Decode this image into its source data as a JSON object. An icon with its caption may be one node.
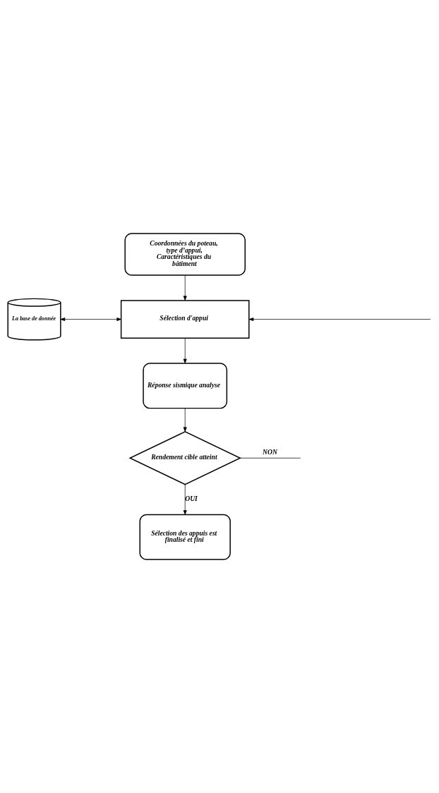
{
  "diagram": {
    "nodes": [
      {
        "text": [
          "Coordonnées du poteau, type d’appui, Caractéristiques du bâtiment"
        ]
      },
      {
        "text": [
          "La base de donnée"
        ]
      },
      {
        "text": [
          "Sélection d'appui"
        ]
      },
      {
        "text": [
          "Réponse sismique analyse"
        ]
      },
      {
        "text": [
          "Rendement cible atteint"
        ]
      },
      {
        "text": [
          "Sélection des appuis est finalisé et fini"
        ]
      }
    ],
    "edges": [
      {
        "from": 0,
        "to": 2,
        "arrow": "to"
      },
      {
        "from": 1,
        "to": 2,
        "arrow": "both"
      },
      {
        "from": 2,
        "to": 3,
        "arrow": "to"
      },
      {
        "from": 3,
        "to": 4,
        "arrow": "to"
      },
      {
        "from": 4,
        "to": 5,
        "arrow": "to",
        "label": "OUI"
      },
      {
        "from": 4,
        "to": null,
        "arrow": "none",
        "label": "NON"
      },
      {
        "from": null,
        "to": 2,
        "arrow": "to"
      }
    ]
  }
}
